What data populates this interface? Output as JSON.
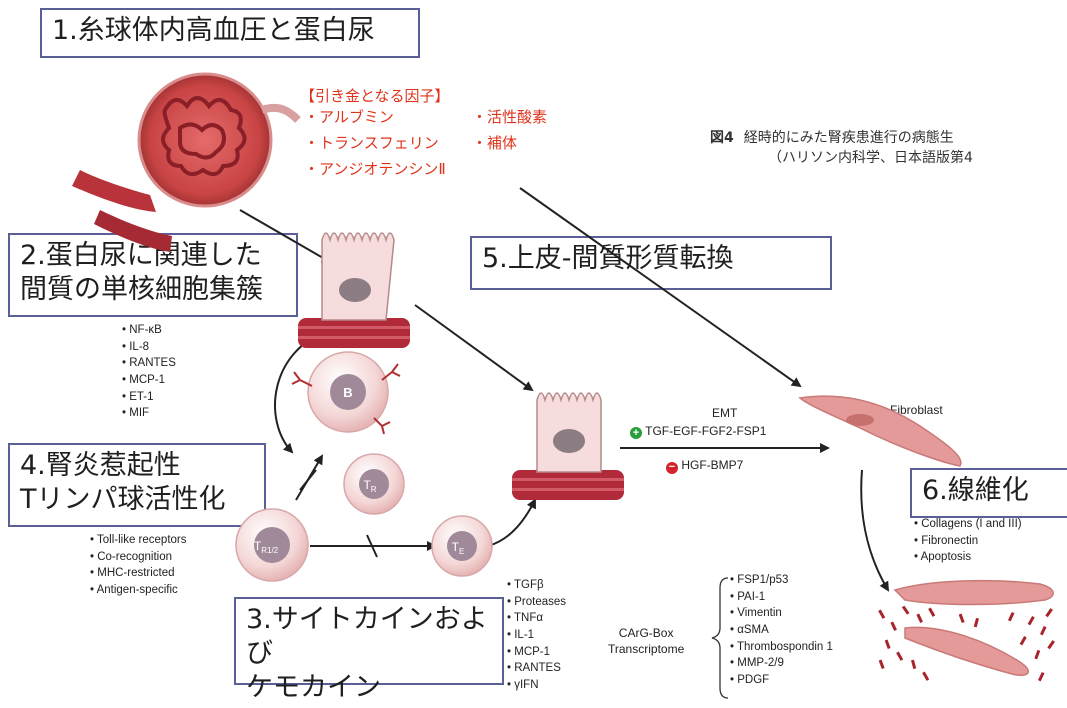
{
  "boxes": {
    "b1": "1.糸球体内高血圧と蛋白尿",
    "b2_l1": "2.蛋白尿に関連した",
    "b2_l2": "間質の単核細胞集簇",
    "b3_l1": "3.サイトカインおよび",
    "b3_l2": "ケモカイン",
    "b4_l1": "4.腎炎惹起性",
    "b4_l2": "Tリンパ球活性化",
    "b5": "5.上皮-間質形質転換",
    "b6": "6.線維化"
  },
  "triggers": {
    "heading": "【引き金となる因子】",
    "items": [
      "・アルブミン",
      "・活性酸素",
      "・トランスフェリン",
      "・補体",
      "・アンジオテンシンⅡ"
    ]
  },
  "caption": {
    "label": "図4",
    "line1": "経時的にみた腎疾患進行の病態生",
    "line2": "（ハリソン内科学、日本語版第4"
  },
  "mediators": [
    "NF-κB",
    "IL-8",
    "RANTES",
    "MCP-1",
    "ET-1",
    "MIF"
  ],
  "tcell_features": [
    "Toll-like receptors",
    "Co-recognition",
    "MHC-restricted",
    "Antigen-specific"
  ],
  "cytokines": [
    "TGFβ",
    "Proteases",
    "TNFα",
    "IL-1",
    "MCP-1",
    "RANTES",
    "γIFN"
  ],
  "emt": {
    "title": "EMT",
    "positive": "TGF-EGF-FGF2-FSP1",
    "negative": "HGF-BMP7"
  },
  "fibroblast_label": "Fibroblast",
  "fibrosis_items": [
    "Collagens (I and III)",
    "Fibronectin",
    "Apoptosis"
  ],
  "carg": {
    "label_l1": "CArG-Box",
    "label_l2": "Transcriptome",
    "items": [
      "FSP1/p53",
      "PAI-1",
      "Vimentin",
      "αSMA",
      "Thrombospondin 1",
      "MMP-2/9",
      "PDGF"
    ]
  },
  "cells": {
    "b": "B",
    "tr": "T",
    "tr_sub": "R",
    "tr12": "T",
    "tr12_sub": "R1/2",
    "te": "T",
    "te_sub": "E"
  },
  "colors": {
    "box_border": "#5b5f98",
    "trigger_red": "#e0331b",
    "tissue_red": "#b02a3a",
    "cell_pink": "#f6dcdc",
    "fibroblast_pink": "#e49a98",
    "emt_green": "#2a9d3a",
    "emt_red": "#d4242a"
  }
}
